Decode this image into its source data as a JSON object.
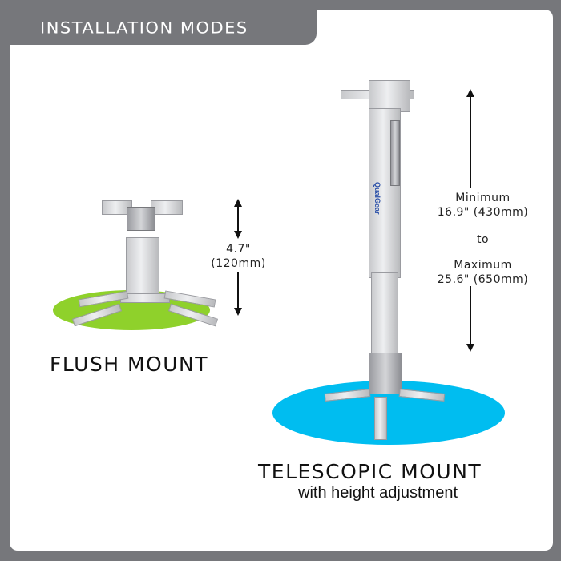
{
  "header": {
    "title": "INSTALLATION MODES"
  },
  "flush_mount": {
    "title": "FLUSH MOUNT",
    "height_imperial": "4.7\"",
    "height_metric": "(120mm)",
    "platform_color": "#8fd12b"
  },
  "telescopic_mount": {
    "title": "TELESCOPIC MOUNT",
    "subtitle": "with height adjustment",
    "min_label": "Minimum",
    "min_value": "16.9\" (430mm)",
    "connector": "to",
    "max_label": "Maximum",
    "max_value": "25.6\" (650mm)",
    "platform_color": "#00bdf0",
    "brand": "QualGear"
  },
  "colors": {
    "frame": "#76777b",
    "panel": "#ffffff"
  }
}
